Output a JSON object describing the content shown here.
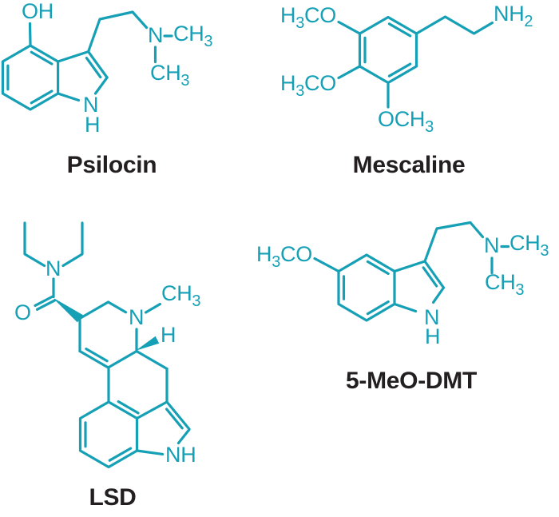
{
  "figure": {
    "background": "#ffffff",
    "bond_color": "#16a0b6",
    "name_color": "#231f20"
  },
  "molecules": {
    "psilocin": {
      "name": "Psilocin",
      "labels": {
        "hydroxyl": "OH",
        "amine_n": "N",
        "n_methyl_main": "CH",
        "n_methyl_sub": "3",
        "ring_n": "N",
        "ring_h": "H"
      }
    },
    "mescaline": {
      "name": "Mescaline",
      "labels": {
        "methoxy_h": "H",
        "methoxy_h_sub": "3",
        "methoxy_co": "CO",
        "methoxy_bottom_main": "OCH",
        "methoxy_bottom_sub": "3",
        "amine_main": "NH",
        "amine_sub": "2"
      }
    },
    "lsd": {
      "name": "LSD",
      "labels": {
        "amide_n": "N",
        "carbonyl_o": "O",
        "ring_n": "N",
        "n_methyl_main": "CH",
        "n_methyl_sub": "3",
        "stereo_h": "H",
        "indole_nh": "NH"
      }
    },
    "five_meo_dmt": {
      "name": "5-MeO-DMT",
      "labels": {
        "methoxy_h": "H",
        "methoxy_h_sub": "3",
        "methoxy_co": "CO",
        "amine_n": "N",
        "n_methyl_main": "CH",
        "n_methyl_sub": "3",
        "ring_n": "N",
        "ring_h": "H"
      }
    }
  }
}
